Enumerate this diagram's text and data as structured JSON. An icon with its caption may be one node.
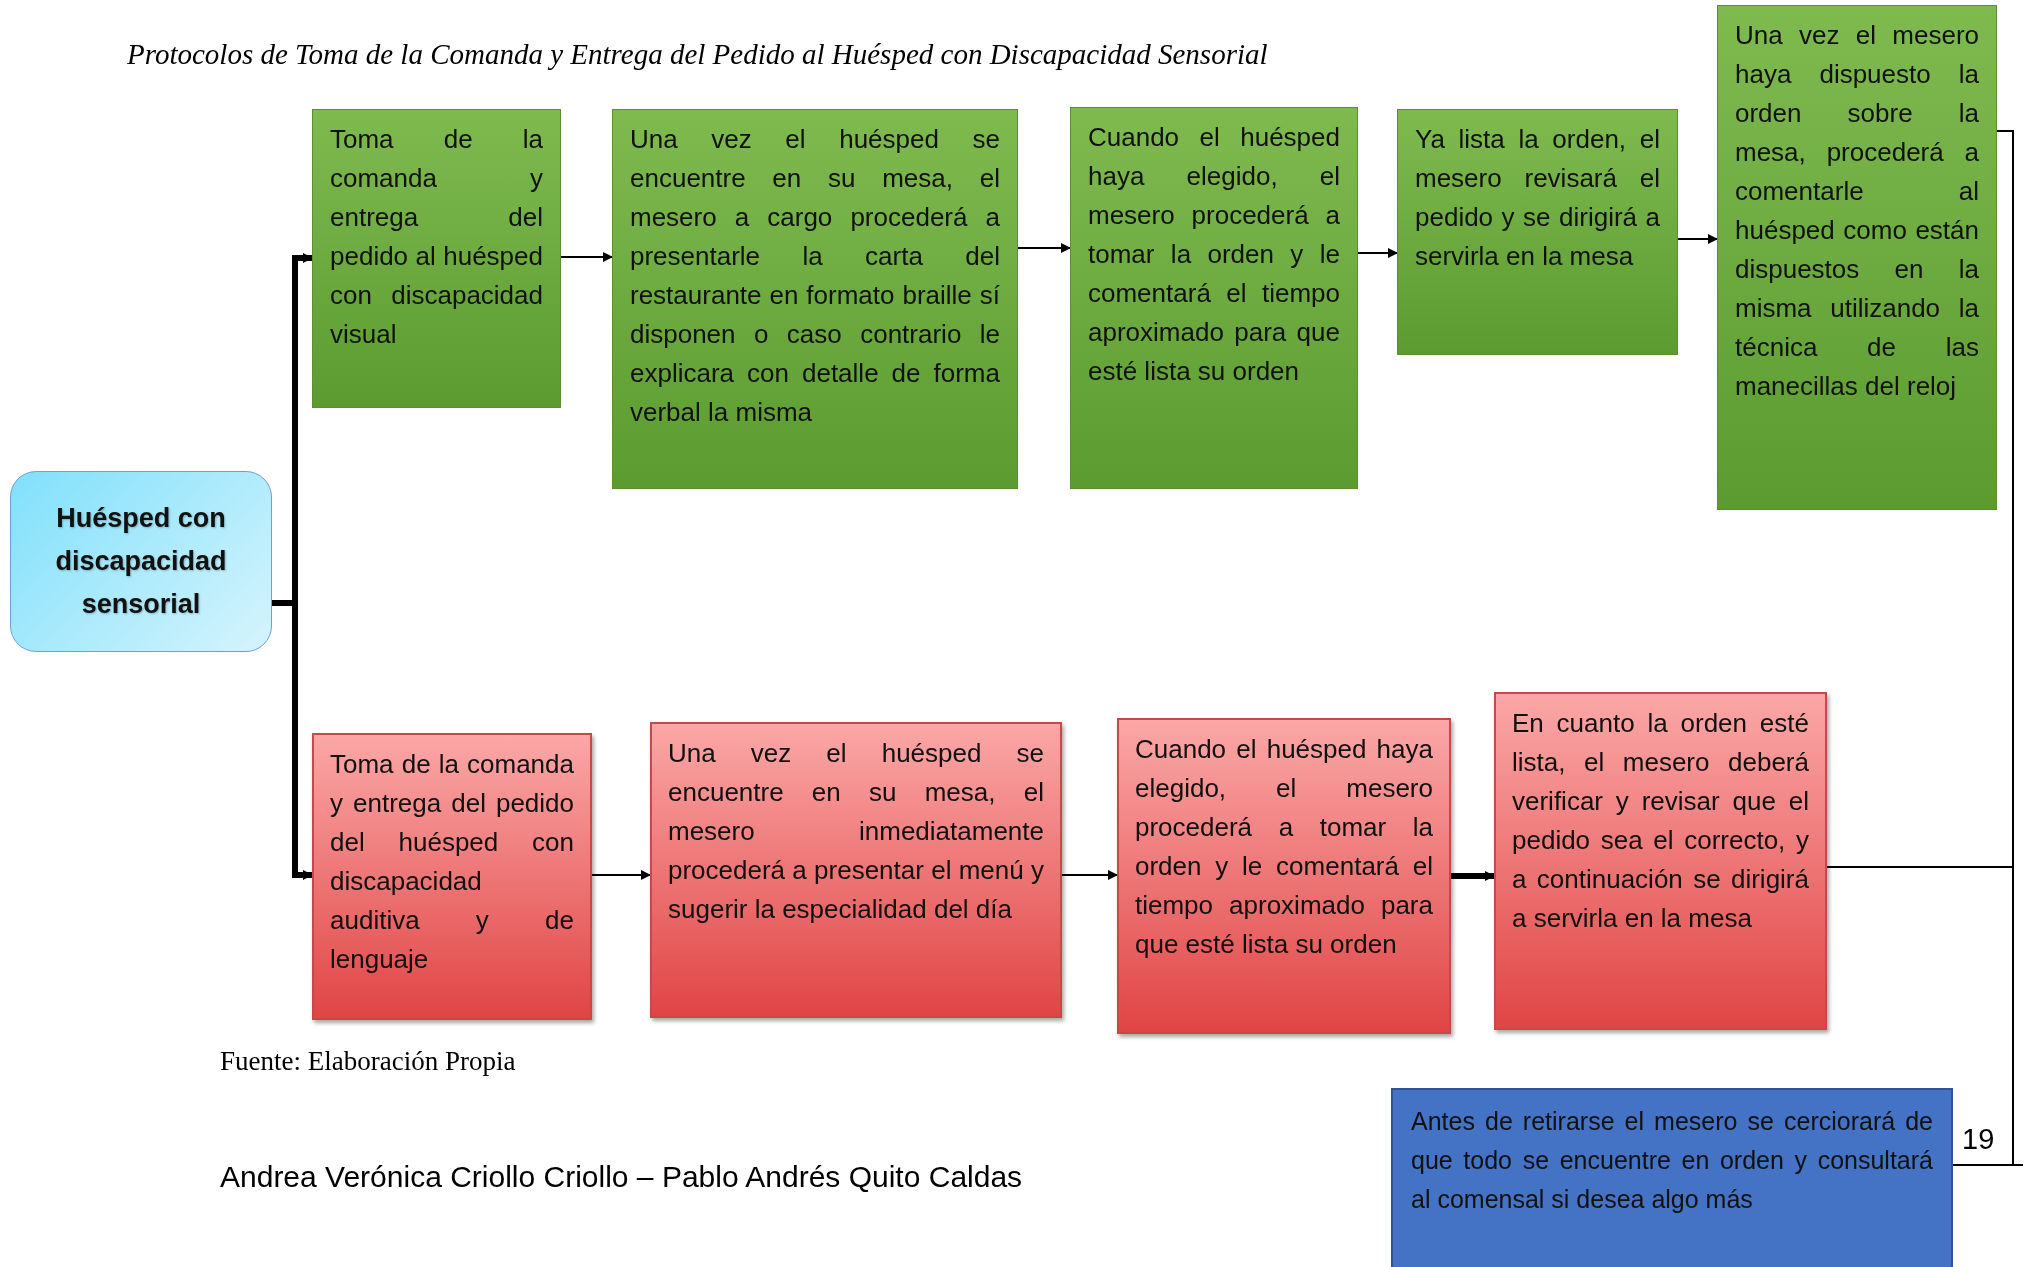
{
  "diagram": {
    "title": "Protocolos de Toma de la Comanda y Entrega del Pedido al Huésped con Discapacidad Sensorial",
    "nodes": [
      {
        "text": [
          "Huésped con discapacidad sensorial"
        ]
      },
      {
        "text": [
          "Toma de la comanda y entrega del pedido al huésped con discapacidad visual"
        ]
      },
      {
        "text": [
          "Una vez el huésped se encuentre en su mesa, el mesero a cargo procederá a presentarle la carta del restaurante en formato braille sí disponen o caso contrario le explicara con detalle de forma verbal la misma"
        ]
      },
      {
        "text": [
          "Cuando el huésped haya elegido, el mesero procederá a tomar la orden y le comentará el tiempo aproximado para que esté lista su orden"
        ]
      },
      {
        "text": [
          "Ya lista la orden, el mesero revisará el pedido y se dirigirá a servirla en la mesa"
        ]
      },
      {
        "text": [
          "Una vez el mesero haya dispuesto la orden sobre la mesa, procederá a comentarle al huésped como están dispuestos en la misma utilizando la técnica de las manecillas del reloj"
        ]
      },
      {
        "text": [
          "Toma de la comanda y entrega del pedido del huésped con discapacidad auditiva y de lenguaje"
        ]
      },
      {
        "text": [
          "Una vez el huésped se encuentre en su mesa, el mesero inmediatamente procederá a presentar el menú y sugerir la especialidad del día"
        ]
      },
      {
        "text": [
          "Cuando el huésped haya elegido, el mesero procederá a tomar la orden y le comentará el tiempo aproximado para que esté lista su orden"
        ]
      },
      {
        "text": [
          "En cuanto la orden esté lista, el mesero deberá verificar y revisar que el pedido sea el correcto, y a continuación se dirigirá a servirla en la mesa"
        ]
      },
      {
        "text": [
          "Antes de retirarse el mesero se cerciorará de que todo se encuentre en orden y consultará al comensal si desea algo más"
        ]
      }
    ],
    "edges": [
      {
        "from": 0,
        "to": 1,
        "arrow": "to",
        "style": "thick"
      },
      {
        "from": 0,
        "to": 6,
        "arrow": "to",
        "style": "thick"
      },
      {
        "from": 1,
        "to": 2,
        "arrow": "to"
      },
      {
        "from": 2,
        "to": 3,
        "arrow": "to"
      },
      {
        "from": 3,
        "to": 4,
        "arrow": "to"
      },
      {
        "from": 4,
        "to": 5,
        "arrow": "to"
      },
      {
        "from": 6,
        "to": 7,
        "arrow": "to"
      },
      {
        "from": 7,
        "to": 8,
        "arrow": "to"
      },
      {
        "from": 8,
        "to": 9,
        "arrow": "to",
        "style": "thick"
      },
      {
        "from": 5,
        "to": 10,
        "arrow": "none"
      },
      {
        "from": 9,
        "to": 10,
        "arrow": "none"
      }
    ],
    "labels": [
      "Fuente: Elaboración Propia",
      "Andrea Verónica Criollo Criollo – Pablo Andrés Quito Caldas",
      "19"
    ]
  }
}
